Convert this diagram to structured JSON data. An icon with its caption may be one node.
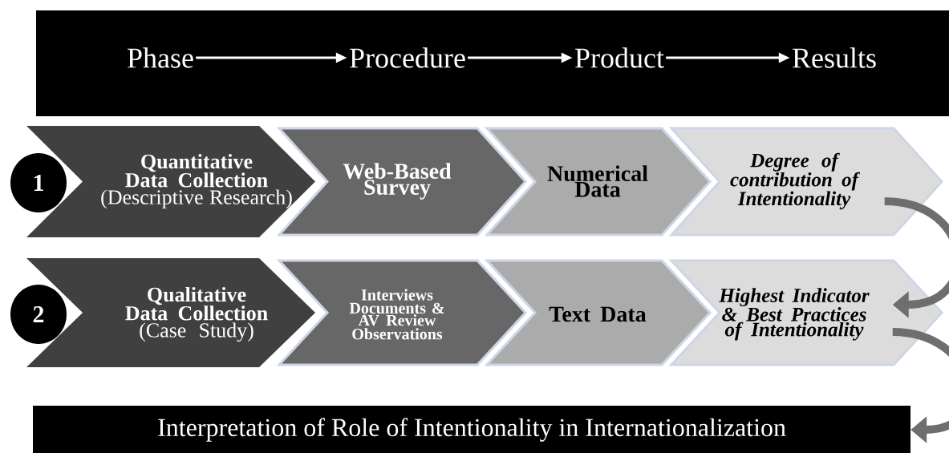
{
  "diagram": {
    "nodes": [
      {
        "text": [],
        "shape": "bar"
      },
      {
        "text": [
          "Phase"
        ],
        "in": 0
      },
      {
        "text": [
          "Procedure"
        ],
        "in": 0
      },
      {
        "text": [
          "Product"
        ],
        "in": 0
      },
      {
        "text": [
          "Results"
        ],
        "in": 0
      },
      {
        "text": [
          "1"
        ]
      },
      {
        "text": [
          "Quantitative Data Collection",
          "(Descriptive Research)"
        ]
      },
      {
        "text": [
          "Web-Based Survey"
        ]
      },
      {
        "text": [
          "Numerical Data"
        ]
      },
      {
        "text": [
          "Degree of contribution of Intentionality"
        ]
      },
      {
        "text": [
          "2"
        ]
      },
      {
        "text": [
          "Qualitative Data Collection",
          "(Case Study)"
        ]
      },
      {
        "text": [
          "Interviews",
          "Documents & AV Review",
          "Observations"
        ]
      },
      {
        "text": [
          "Text Data"
        ]
      },
      {
        "text": [
          "Highest Indicator & Best Practices of Intentionality"
        ]
      },
      {
        "text": [
          "Interpretation of Role of Intentionality in Internationalization"
        ]
      }
    ],
    "edges": [
      {
        "from": 1,
        "to": 2,
        "arrow": "to"
      },
      {
        "from": 2,
        "to": 3,
        "arrow": "to"
      },
      {
        "from": 3,
        "to": 4,
        "arrow": "to"
      },
      {
        "from": 9,
        "to": 14,
        "arrow": "to",
        "style": "thick",
        "color": "#6e6e6e"
      },
      {
        "from": 14,
        "to": 15,
        "arrow": "to",
        "style": "thick",
        "color": "#6e6e6e"
      }
    ]
  }
}
